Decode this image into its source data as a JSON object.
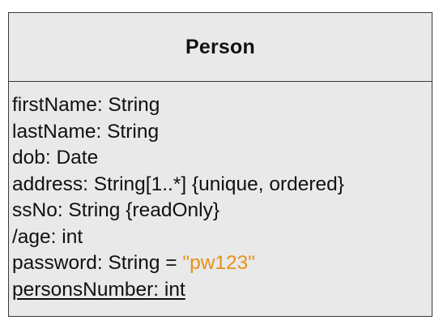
{
  "class": {
    "name": "Person",
    "attributes": [
      {
        "text": "firstName: String"
      },
      {
        "text": "lastName: String"
      },
      {
        "text": "dob: Date"
      },
      {
        "text": "address: String[1..*] {unique, ordered}"
      },
      {
        "text": "ssNo: String {readOnly}"
      },
      {
        "text": "/age: int"
      },
      {
        "text": "password: String = ",
        "literal": "\"pw123\""
      },
      {
        "text": "personsNumber: int",
        "static": true
      }
    ]
  },
  "colors": {
    "literal": "#e8921c",
    "fill": "#e9e9e9",
    "border": "#3a3a3a"
  }
}
